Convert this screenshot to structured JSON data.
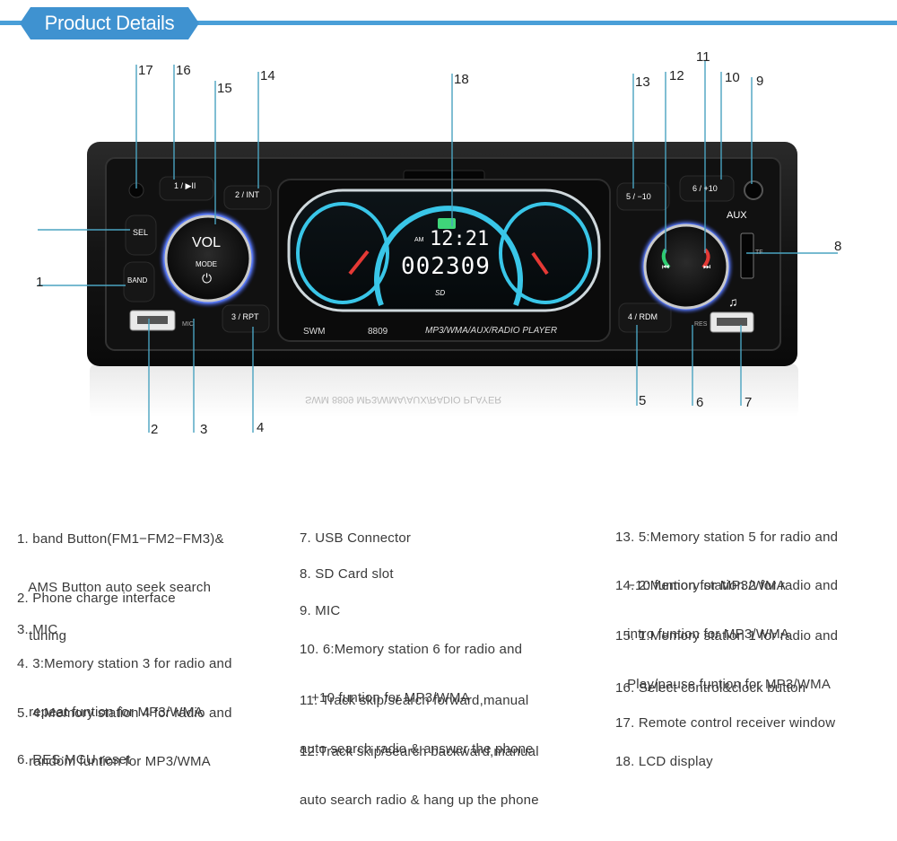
{
  "header": {
    "title": "Product Details"
  },
  "device": {
    "display": {
      "clock": "12:21",
      "am": "AM",
      "counter": "002309",
      "sd": "SD"
    },
    "labels": {
      "btn1": "1 / ▶II",
      "btn2": "2 / INT",
      "btn3": "3 / RPT",
      "btn4": "4 / RDM",
      "btn5": "5 / −10",
      "btn6": "6 / +10",
      "sel": "SEL",
      "band": "BAND",
      "vol": "VOL",
      "mode": "MODE",
      "aux": "AUX",
      "mic": "MIC",
      "res": "RES",
      "tf": "TF",
      "brand": "SWM",
      "model": "8809",
      "player": "MP3/WMA/AUX/RADIO PLAYER"
    }
  },
  "callouts": [
    "1",
    "2",
    "3",
    "4",
    "5",
    "6",
    "7",
    "8",
    "9",
    "10",
    "11",
    "12",
    "13",
    "14",
    "15",
    "16",
    "17",
    "18"
  ],
  "descriptions": {
    "col1": [
      [
        "1. band Button(FM1−FM2−FM3)&",
        "   AMS Button auto seek search",
        "   tuning"
      ],
      [
        "2. Phone charge interface"
      ],
      [
        "3. MIC"
      ],
      [
        "4. 3:Memory station 3 for radio and",
        "   repeat funtion for MP3/WMA"
      ],
      [
        "5. 4:Memory station 4 for radio and",
        "   random funtion for MP3/WMA"
      ],
      [
        "6. RES:MCU reset"
      ]
    ],
    "col2": [
      [
        "7. USB Connector"
      ],
      [
        "8. SD Card slot"
      ],
      [
        "9. MIC"
      ],
      [
        "10. 6:Memory station 6 for radio and",
        "   +10 funtion for MP3/WMA"
      ],
      [
        "11. Track skip/search forward,manual",
        "auto search radio & answer the phone"
      ],
      [
        "12.Track skip/search backward,manual",
        "auto search radio & hang up the phone"
      ]
    ],
    "col3": [
      [
        "13. 5:Memory station 5 for radio and",
        "   −10 funtion for MP3/WMA"
      ],
      [
        "14. 2:Memory station 2 for radio and",
        "   intro funtion for MP3/WMA"
      ],
      [
        "15. 1:Memory station 1 for radio and",
        "   Play/pause funtion for MP3/WMA"
      ],
      [
        "16. Select control&clock button"
      ],
      [
        "17. Remote control receiver window"
      ],
      [
        "18. LCD display"
      ]
    ]
  },
  "colors": {
    "banner": "#3f92d0",
    "callout_line": "#4aa3c0",
    "display_glow": "#39c6e8",
    "device_body": "#1b1b1b"
  }
}
